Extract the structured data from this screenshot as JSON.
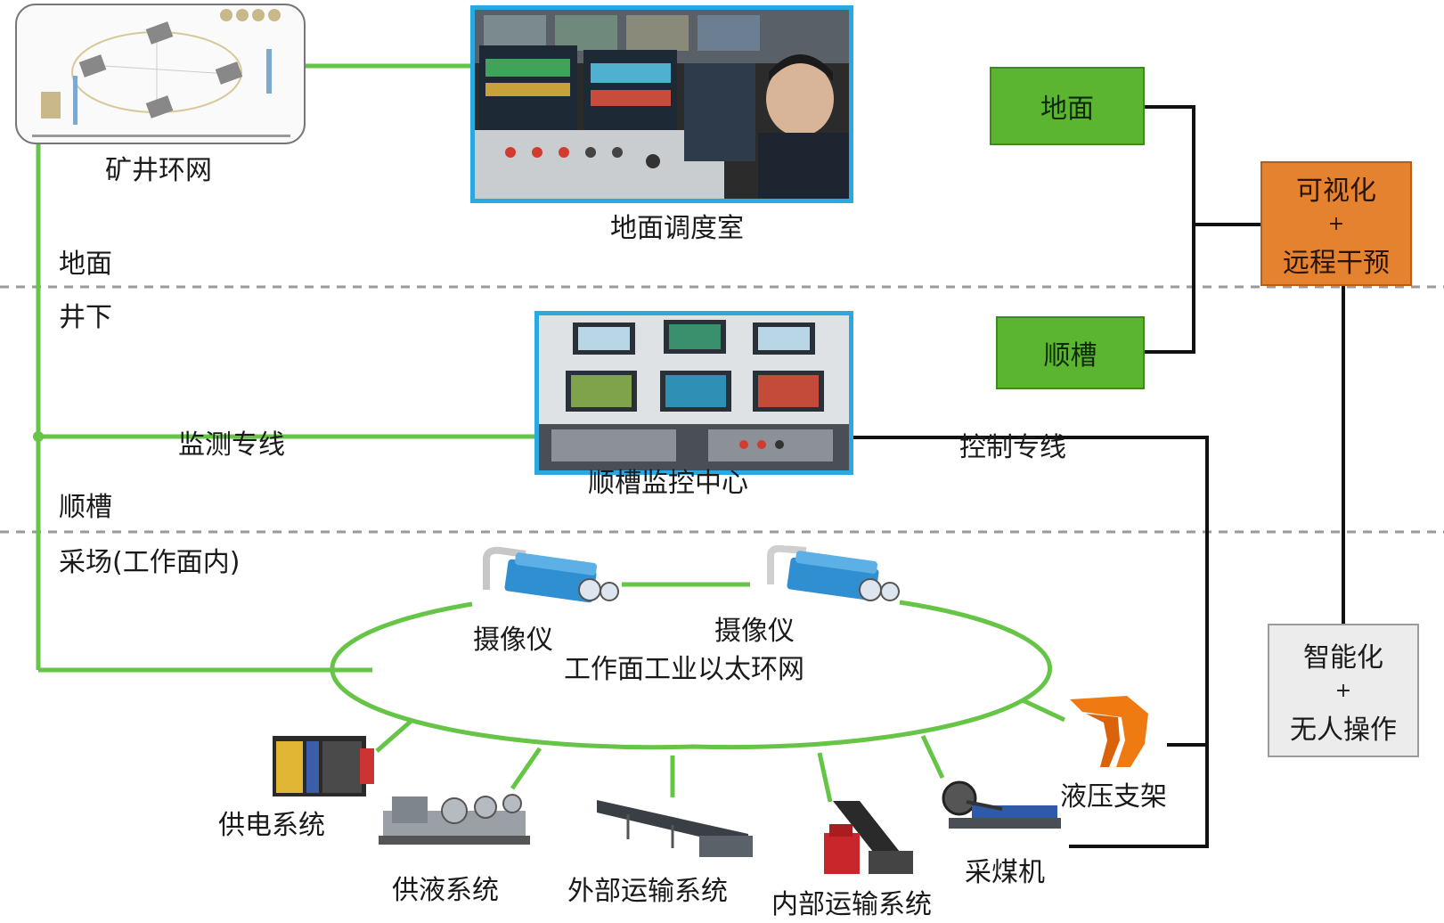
{
  "zones": {
    "surface": "地面",
    "underground": "井下",
    "trough": "顺槽",
    "stope": "采场(工作面内)"
  },
  "nodes": {
    "mine_ring": "矿井环网",
    "dispatch_room": "地面调度室",
    "trough_center": "顺槽监控中心",
    "camera_1": "摄像仪",
    "camera_2": "摄像仪",
    "face_ring": "工作面工业以太环网",
    "power_system": "供电系统",
    "fluid_system": "供液系统",
    "external_transport": "外部运输系统",
    "internal_transport": "内部运输系统",
    "shearer": "采煤机",
    "hydraulic_support": "液压支架"
  },
  "lines": {
    "monitoring": "监测专线",
    "control": "控制专线"
  },
  "boxes": {
    "surface": "地面",
    "trough": "顺槽",
    "visual_line1": "可视化",
    "visual_plus": "+",
    "visual_line2": "远程干预",
    "smart_line1": "智能化",
    "smart_plus": "+",
    "smart_line2": "无人操作"
  },
  "colors": {
    "green_line": "#66c447",
    "black_line": "#111111",
    "dashed_divider": "#9a9a9a",
    "photo_border": "#29a9e0",
    "green_box": "#5cb531",
    "orange_box": "#e58230",
    "gray_box": "#ececec"
  }
}
